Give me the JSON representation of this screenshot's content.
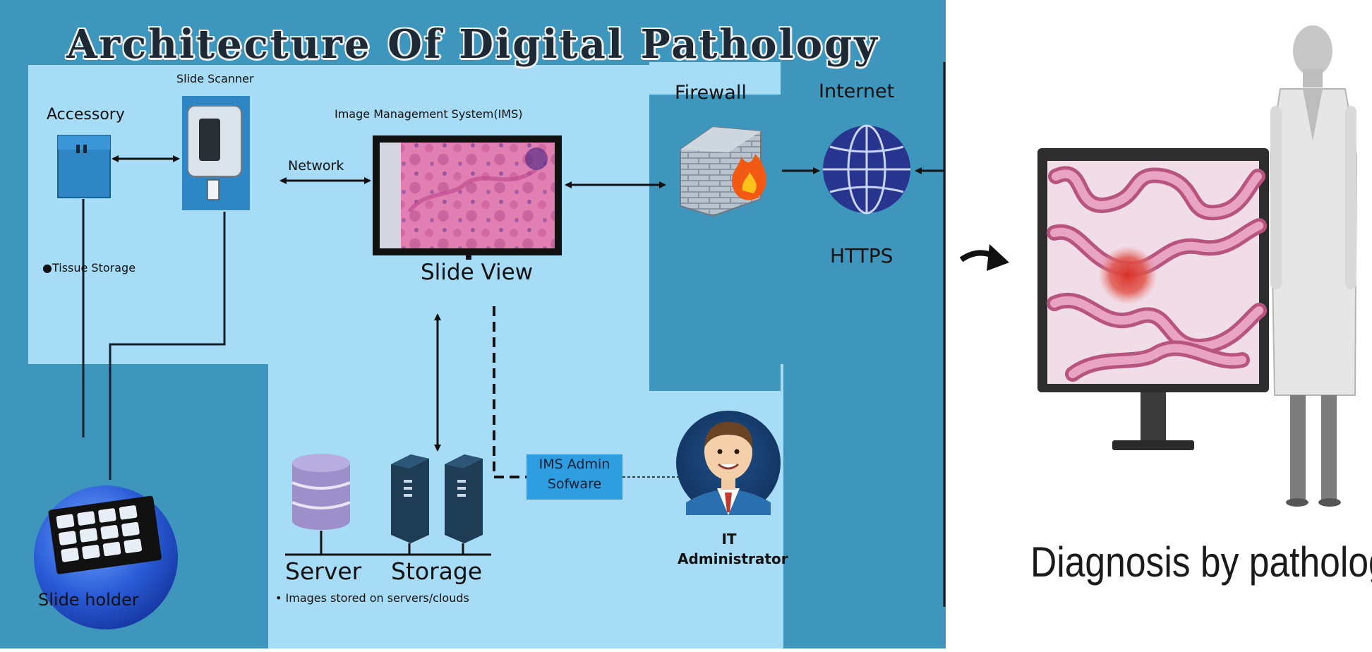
{
  "title": "Architecture Of Digital Pathology",
  "labels": {
    "slide_scanner": "Slide Scanner",
    "accessory": "Accessory",
    "ims": "Image Management System(IMS)",
    "firewall": "Firewall",
    "internet": "Internet",
    "network": "Network",
    "https": "HTTPS",
    "tissue_storage": "●Tissue Storage",
    "slide_view": "Slide View",
    "ims_admin_line1": "IMS Admin",
    "ims_admin_line2": "Sofware",
    "it_line1": "IT",
    "it_line2": "Administrator",
    "server": "Server",
    "storage": "Storage",
    "images_stored": "• Images stored on servers/clouds",
    "slide_holder": "Slide holder",
    "diagnosis": "Diagnosis by pathologist"
  },
  "colors": {
    "panel_dark": "#3f96bd",
    "panel_light": "#a6dcf6",
    "globe": "#27358f",
    "server_db": "#9c8fca",
    "rack": "#1e3d55",
    "slide_holder_bg": "#2a5bd7"
  },
  "icons": [
    "accessory-icon",
    "slide-scanner-icon",
    "ims-monitor-icon",
    "firewall-icon",
    "globe-icon",
    "database-icon",
    "server-rack-icon",
    "it-admin-avatar",
    "slide-holder-icon",
    "pathology-monitor-icon",
    "pathologist-figure",
    "curved-arrow-icon"
  ]
}
